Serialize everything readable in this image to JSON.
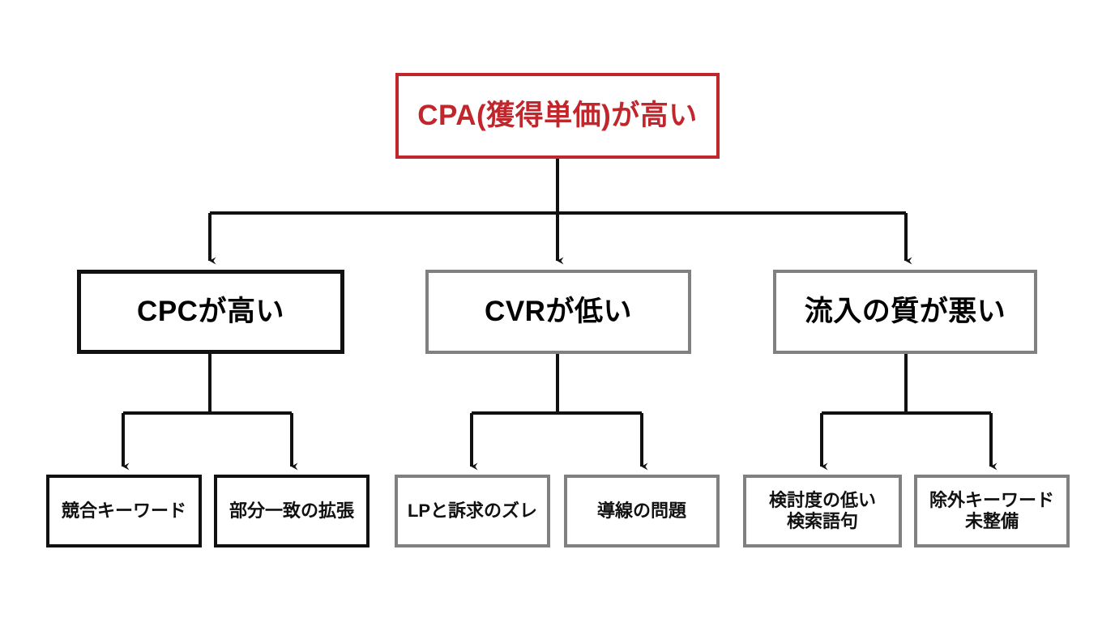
{
  "diagram": {
    "title": "CPA issue breakdown tree",
    "background_color": "#ffffff",
    "colors": {
      "accent_red": "#c0272d",
      "border_black": "#111111",
      "border_gray": "#808080",
      "connector": "#111111"
    },
    "root": {
      "label": "CPA(獲得単価)が高い",
      "border_color": "#c0272d",
      "text_color": "#c0272d"
    },
    "branches": [
      {
        "id": "cpc",
        "label": "CPCが高い",
        "border_style": "black",
        "children": [
          {
            "id": "cpc-child-1",
            "label": "競合キーワード",
            "border_style": "black"
          },
          {
            "id": "cpc-child-2",
            "label": "部分一致の拡張",
            "border_style": "black"
          }
        ]
      },
      {
        "id": "cvr",
        "label": "CVRが低い",
        "border_style": "gray",
        "children": [
          {
            "id": "cvr-child-1",
            "label": "LPと訴求のズレ",
            "border_style": "gray"
          },
          {
            "id": "cvr-child-2",
            "label": "導線の問題",
            "border_style": "gray"
          }
        ]
      },
      {
        "id": "traffic",
        "label": "流入の質が悪い",
        "border_style": "gray",
        "children": [
          {
            "id": "traffic-child-1",
            "label": "検討度の低い\n検索語句",
            "border_style": "gray"
          },
          {
            "id": "traffic-child-2",
            "label": "除外キーワード\n未整備",
            "border_style": "gray"
          }
        ]
      }
    ]
  }
}
